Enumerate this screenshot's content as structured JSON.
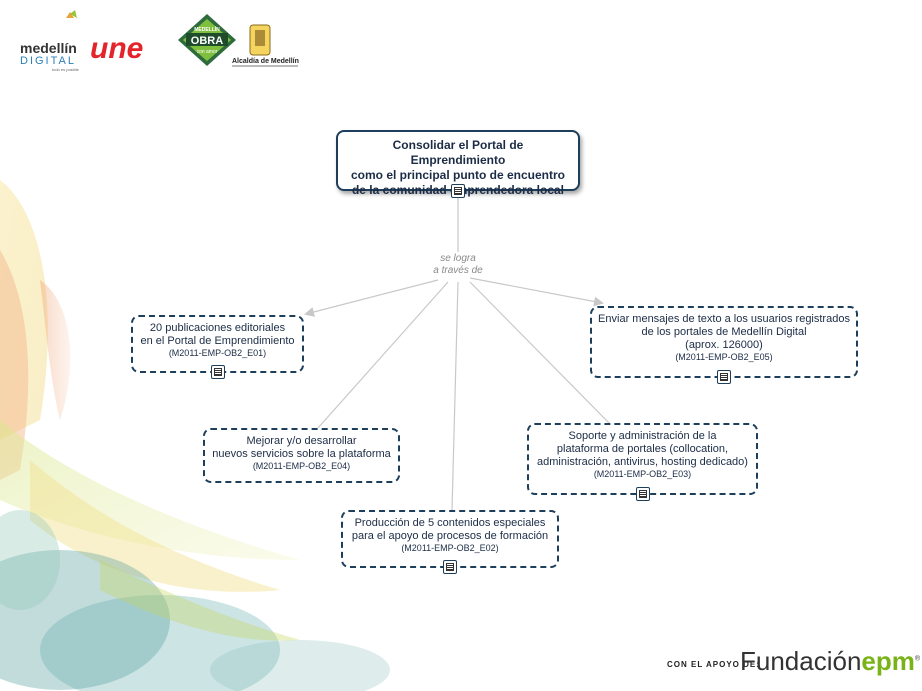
{
  "header": {
    "logo_medellin_digital": "Medellín Digital",
    "logo_medellin_sub": "todo es posible",
    "logo_une": "une",
    "logo_obra": "Medellín OBRA con amor",
    "logo_alcaldia": "Alcaldía de Medellín"
  },
  "diagram": {
    "root": {
      "lines": [
        "Consolidar el Portal de Emprendimiento",
        "como el principal punto de encuentro",
        "de la comunidad emprendedora local"
      ]
    },
    "link_label": [
      "se logra",
      "a través de"
    ],
    "nodes": [
      {
        "lines": [
          "20 publicaciones editoriales",
          "en el Portal de Emprendimiento"
        ],
        "code": "(M2011-EMP-OB2_E01)"
      },
      {
        "lines": [
          "Enviar mensajes de texto a los usuarios registrados",
          "de los portales de Medellín Digital",
          "(aprox. 126000)"
        ],
        "code": "(M2011-EMP-OB2_E05)"
      },
      {
        "lines": [
          "Mejorar y/o desarrollar",
          "nuevos servicios sobre la plataforma"
        ],
        "code": "(M2011-EMP-OB2_E04)"
      },
      {
        "lines": [
          "Soporte y administración de la",
          "plataforma de portales (collocation,",
          "administración, antivirus, hosting dedicado)"
        ],
        "code": "(M2011-EMP-OB2_E03)"
      },
      {
        "lines": [
          "Producción de 5 contenidos especiales",
          "para el apoyo de procesos de formación"
        ],
        "code": "(M2011-EMP-OB2_E02)"
      }
    ]
  },
  "footer": {
    "prefix": "CON EL APOYO DE:",
    "brand_a": "Fundación",
    "brand_b": "epm"
  },
  "colors": {
    "node_border": "#1d3f5c",
    "connector": "#c8c8c8",
    "accent_green": "#7ab317"
  }
}
